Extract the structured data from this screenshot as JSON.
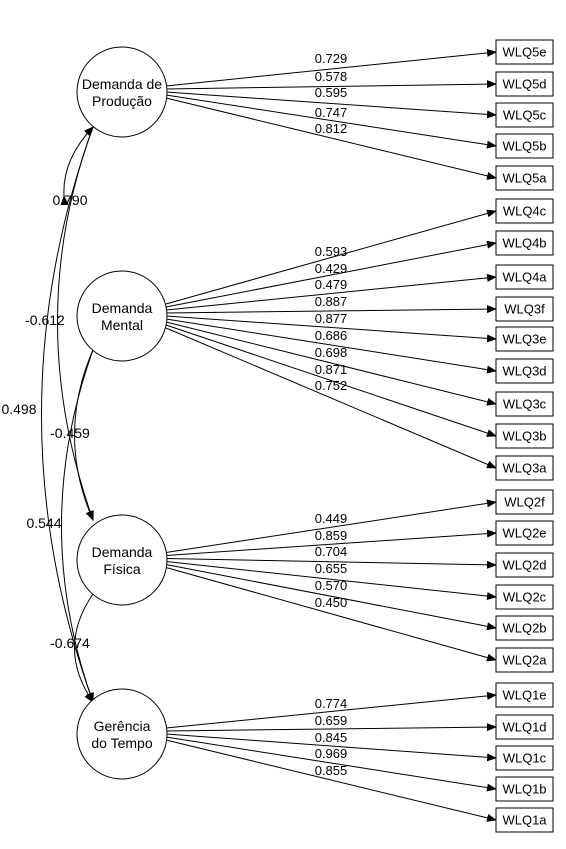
{
  "factors": [
    {
      "id": "F5",
      "lines": [
        "Demanda de",
        "Produção"
      ],
      "color": "#000000"
    },
    {
      "id": "F4",
      "lines": [
        "Demanda",
        "Mental"
      ],
      "color": "#000000"
    },
    {
      "id": "F3",
      "lines": [
        "Demanda",
        "Física"
      ],
      "color": "#000000"
    },
    {
      "id": "F2",
      "lines": [
        "Gerência",
        "do Tempo"
      ],
      "color": "#000000"
    }
  ],
  "indicators": {
    "F5": [
      "WLQ5e",
      "WLQ5d",
      "WLQ5c",
      "WLQ5b",
      "WLQ5a"
    ],
    "F4": [
      "WLQ4c",
      "WLQ4b",
      "WLQ4a",
      "WLQ3f",
      "WLQ3e",
      "WLQ3d",
      "WLQ3c",
      "WLQ3b",
      "WLQ3a"
    ],
    "F3": [
      "WLQ2f",
      "WLQ2e",
      "WLQ2d",
      "WLQ2c",
      "WLQ2b",
      "WLQ2a"
    ],
    "F2": [
      "WLQ1e",
      "WLQ1d",
      "WLQ1c",
      "WLQ1b",
      "WLQ1a"
    ]
  },
  "loadings": {
    "F5": [
      "0.729",
      "0.578",
      "0.595",
      "0.747",
      "0.812"
    ],
    "F4": [
      "0.593",
      "0.429",
      "0.479",
      "0.887",
      "0.877",
      "0.686",
      "0.698",
      "0.871",
      "0.752"
    ],
    "F3": [
      "0.449",
      "0.859",
      "0.704",
      "0.655",
      "0.570",
      "0.450"
    ],
    "F2": [
      "0.774",
      "0.659",
      "0.845",
      "0.969",
      "0.855"
    ]
  },
  "correlations": [
    {
      "from": "F5",
      "to": "F4",
      "value": "0.790"
    },
    {
      "from": "F5",
      "to": "F3",
      "value": "-0.612"
    },
    {
      "from": "F5",
      "to": "F2",
      "value": "0.498"
    },
    {
      "from": "F4",
      "to": "F3",
      "value": "-0.459"
    },
    {
      "from": "F4",
      "to": "F2",
      "value": "0.544"
    },
    {
      "from": "F3",
      "to": "F2",
      "value": "-0.674"
    }
  ]
}
